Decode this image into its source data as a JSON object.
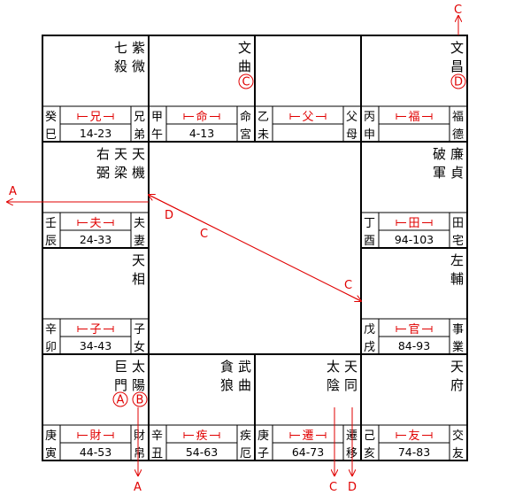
{
  "palaces": [
    {
      "id": "si",
      "stem": "癸",
      "branch": "巳",
      "title": "兄",
      "name1": "兄",
      "name2": "弟",
      "age": "14-23",
      "stars": [
        "七殺",
        "紫微"
      ]
    },
    {
      "id": "wu",
      "stem": "甲",
      "branch": "午",
      "title": "命",
      "name1": "命",
      "name2": "宮",
      "age": "4-13",
      "stars": [
        "文曲"
      ],
      "marker": "C"
    },
    {
      "id": "wei",
      "stem": "乙",
      "branch": "未",
      "title": "父",
      "name1": "父",
      "name2": "母",
      "age": "",
      "stars": []
    },
    {
      "id": "shen",
      "stem": "丙",
      "branch": "申",
      "title": "福",
      "name1": "福",
      "name2": "德",
      "age": "",
      "stars": [
        "文昌"
      ],
      "marker": "D"
    },
    {
      "id": "chen",
      "stem": "壬",
      "branch": "辰",
      "title": "夫",
      "name1": "夫",
      "name2": "妻",
      "age": "24-33",
      "stars": [
        "右弼",
        "天梁",
        "天機"
      ]
    },
    {
      "id": "you",
      "stem": "丁",
      "branch": "酉",
      "title": "田",
      "name1": "田",
      "name2": "宅",
      "age": "94-103",
      "stars": [
        "破軍",
        "廉貞"
      ]
    },
    {
      "id": "mao",
      "stem": "辛",
      "branch": "卯",
      "title": "子",
      "name1": "子",
      "name2": "女",
      "age": "34-43",
      "stars": [
        "天相"
      ]
    },
    {
      "id": "xu",
      "stem": "戊",
      "branch": "戌",
      "title": "官",
      "name1": "事",
      "name2": "業",
      "age": "84-93",
      "stars": [
        "左輔"
      ]
    },
    {
      "id": "yin",
      "stem": "庚",
      "branch": "寅",
      "title": "財",
      "name1": "財",
      "name2": "帛",
      "age": "44-53",
      "stars": [
        "巨門",
        "太陽"
      ],
      "markers": [
        "A",
        "B"
      ]
    },
    {
      "id": "chou",
      "stem": "辛",
      "branch": "丑",
      "title": "疾",
      "name1": "疾",
      "name2": "厄",
      "age": "54-63",
      "stars": [
        "貪狼",
        "武曲"
      ]
    },
    {
      "id": "zi",
      "stem": "庚",
      "branch": "子",
      "title": "遷",
      "name1": "遷",
      "name2": "移",
      "age": "64-73",
      "stars": [
        "太陰",
        "天同"
      ]
    },
    {
      "id": "hai",
      "stem": "己",
      "branch": "亥",
      "title": "友",
      "name1": "交",
      "name2": "友",
      "age": "74-83",
      "stars": [
        "天府"
      ]
    }
  ],
  "arrows": {
    "A_left": "A",
    "A_bottom": "A",
    "C_top": "C",
    "C_bottom": "C",
    "D_bottom": "D",
    "diag_D": "D",
    "diag_C1": "C",
    "diag_C2": "C"
  },
  "colors": {
    "accent": "#e00000",
    "line": "#000000"
  }
}
